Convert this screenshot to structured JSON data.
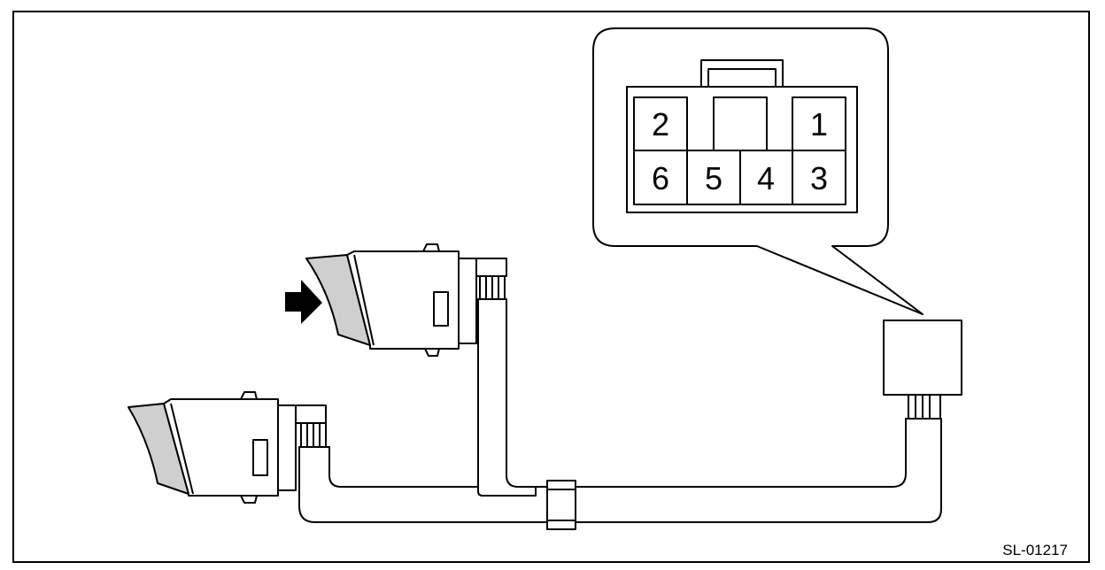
{
  "figure": {
    "reference_code": "SL-01217"
  },
  "connector_view": {
    "pins_row_top": [
      "2",
      "",
      "1"
    ],
    "pins_row_bottom": [
      "6",
      "5",
      "4",
      "3"
    ]
  },
  "colors": {
    "line": "#000000",
    "background": "#ffffff",
    "shade": "#cfcfcf"
  },
  "icons": {
    "pointer": "arrow-right-icon"
  }
}
